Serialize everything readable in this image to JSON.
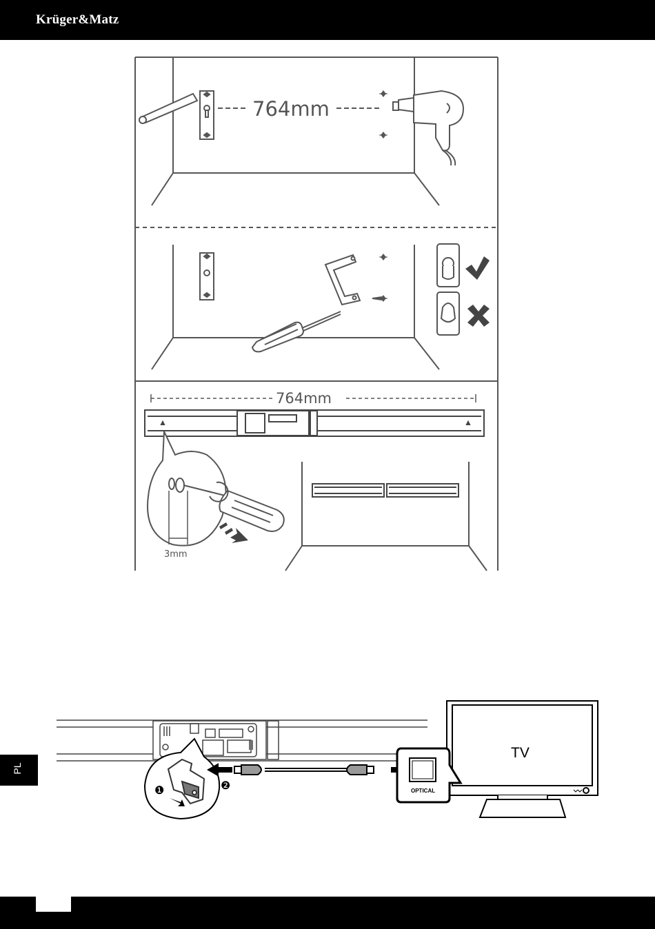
{
  "header": {
    "brand": "Krüger&Matz"
  },
  "side_tab": {
    "language": "PL"
  },
  "diagram_top": {
    "step1_distance": "764mm",
    "step3_distance": "764mm",
    "screw_gap": "3mm"
  },
  "diagram_bottom": {
    "tv_label": "TV",
    "port_label": "OPTICAL",
    "step_markers": [
      "❶",
      "❷"
    ]
  },
  "icons": [
    "pencil-icon",
    "drill-icon",
    "screwdriver-icon",
    "bracket-icon",
    "check-icon",
    "cross-icon",
    "optical-cable-icon",
    "tv-icon"
  ]
}
